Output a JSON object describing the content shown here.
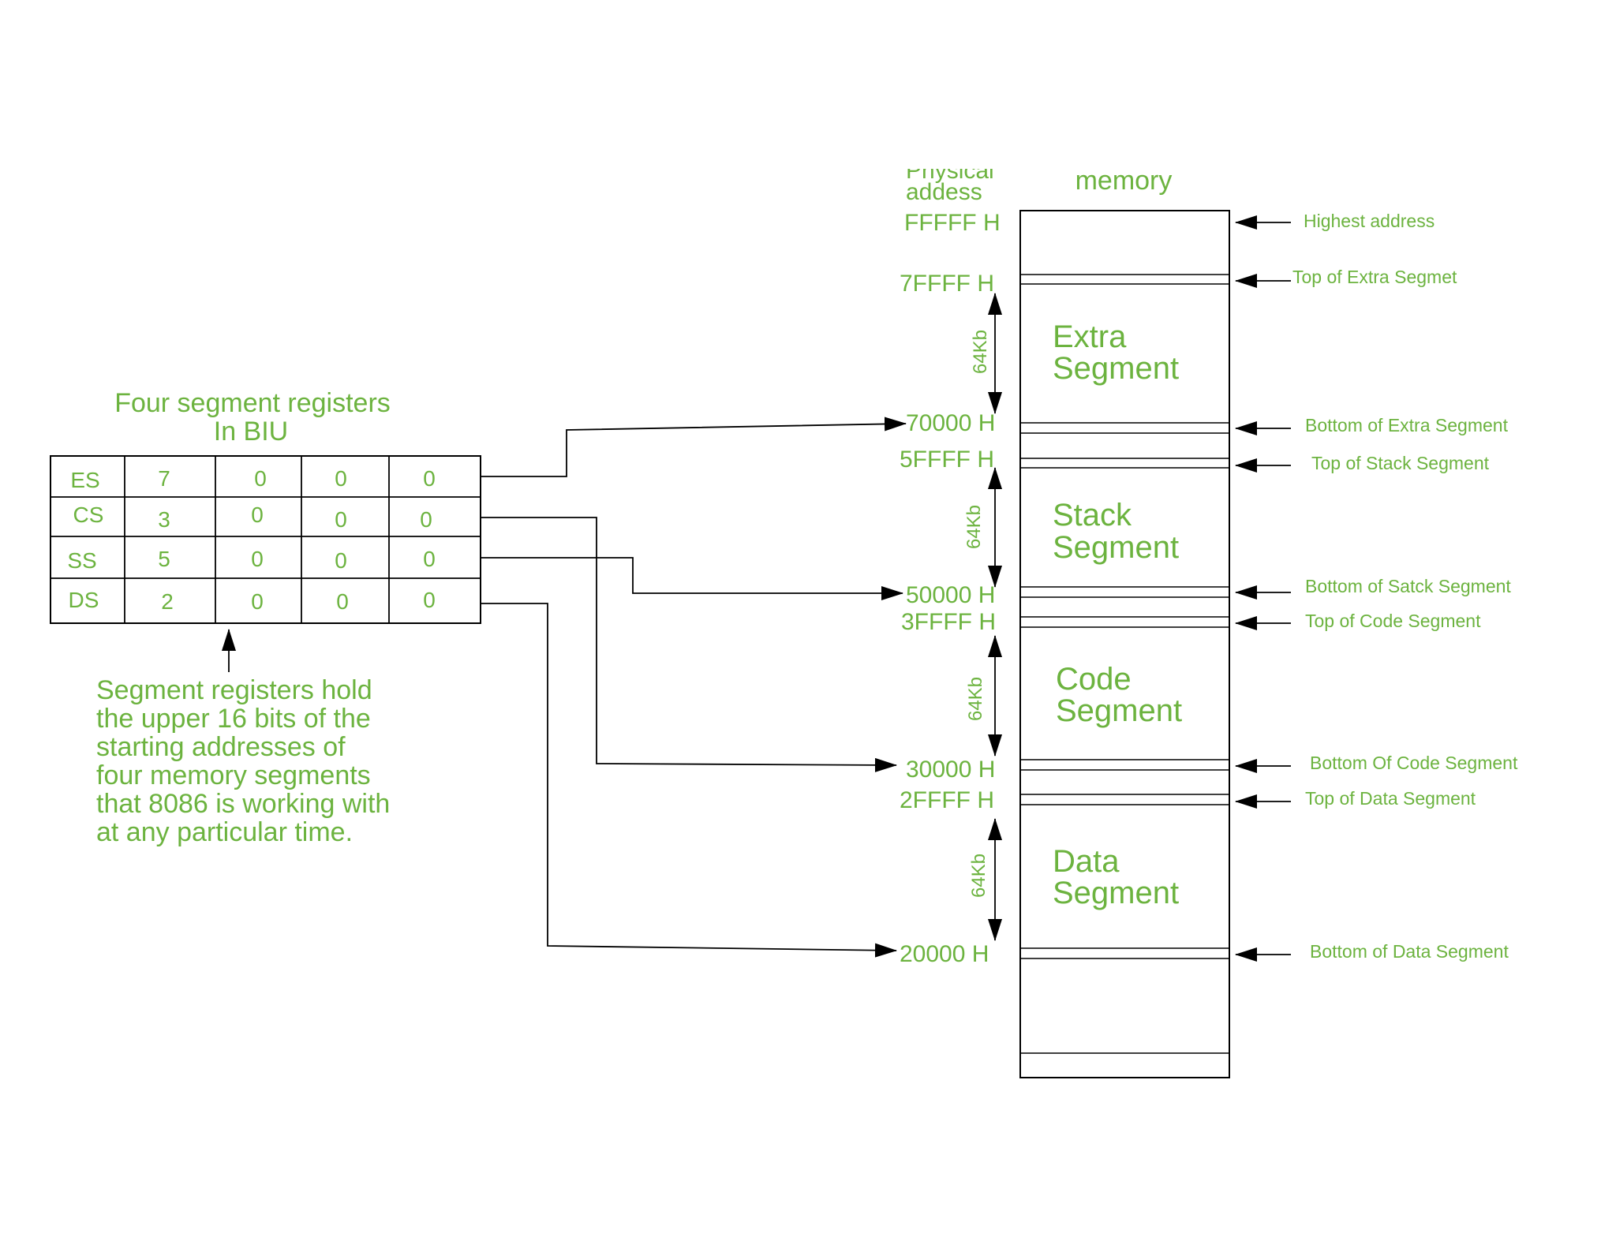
{
  "registers": {
    "title_line1": "Four segment registers",
    "title_line2": "In BIU",
    "rows": [
      {
        "name": "ES",
        "digits": [
          "7",
          "0",
          "0",
          "0"
        ]
      },
      {
        "name": "CS",
        "digits": [
          "3",
          "0",
          "0",
          "0"
        ]
      },
      {
        "name": "SS",
        "digits": [
          "5",
          "0",
          "0",
          "0"
        ]
      },
      {
        "name": "DS",
        "digits": [
          "2",
          "0",
          "0",
          "0"
        ]
      }
    ],
    "note": [
      "Segment registers hold",
      "the upper 16 bits of the",
      "starting addresses of",
      "four memory segments",
      "that 8086 is working with",
      "at any particular time."
    ]
  },
  "memory": {
    "header_physical": "Physical",
    "header_address": "addess",
    "header_memory": "memory",
    "addresses": {
      "fffff": "FFFFF H",
      "7ffff": "7FFFF H",
      "70000": "70000 H",
      "5ffff": "5FFFF H",
      "50000": "50000 H",
      "3ffff": "3FFFF H",
      "30000": "30000 H",
      "2ffff": "2FFFF H",
      "20000": "20000 H"
    },
    "segments": {
      "extra": [
        "Extra",
        "Segment"
      ],
      "stack": [
        "Stack",
        "Segment"
      ],
      "code": [
        "Code",
        "Segment"
      ],
      "data": [
        "Data",
        "Segment"
      ]
    },
    "size_label": "64Kb",
    "annotations": {
      "highest": "Highest address",
      "top_extra": "Top of Extra Segmet",
      "bottom_extra": "Bottom of Extra Segment",
      "top_stack": "Top of Stack Segment",
      "bottom_stack": "Bottom of Satck Segment",
      "top_code": "Top of Code Segment",
      "bottom_code": "Bottom Of Code Segment",
      "top_data": "Top of Data Segment",
      "bottom_data": "Bottom of Data Segment"
    }
  },
  "colors": {
    "text_green": "#6cb33f",
    "line": "#000000",
    "background": "#ffffff"
  }
}
